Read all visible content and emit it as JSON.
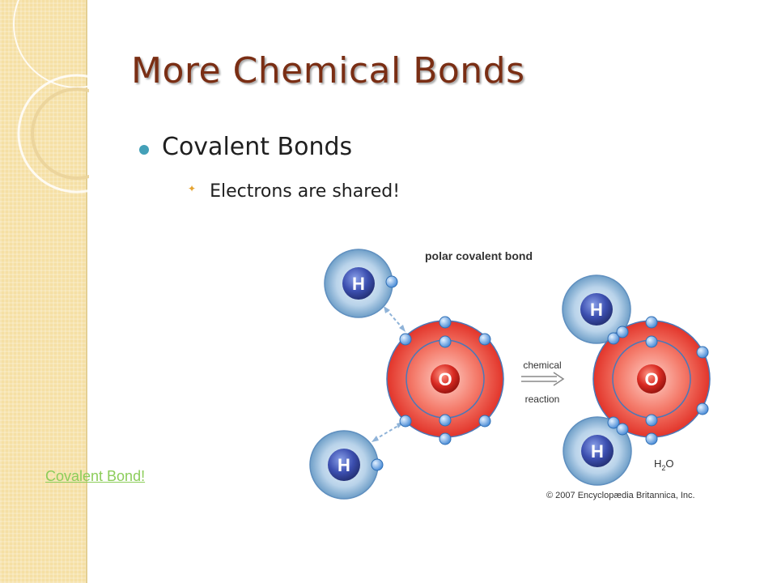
{
  "slide": {
    "title": "More Chemical Bonds",
    "bullets": [
      {
        "text": "Covalent Bonds",
        "sub": [
          "Electrons are shared!"
        ]
      }
    ],
    "link_text": "Covalent Bond!"
  },
  "diagram": {
    "heading": "polar covalent bond",
    "atoms": {
      "hydrogen": "H",
      "oxygen": "O"
    },
    "arrow_label_line1": "chemical",
    "arrow_label_line2": "reaction",
    "product_formula": "H",
    "product_subscript": "2",
    "product_suffix": "O",
    "copyright": "© 2007 Encyclopædia Britannica, Inc."
  },
  "colors": {
    "title": "#7a2e14",
    "bullet_dot": "#43a0b8",
    "sub_bullet": "#e5a330",
    "link": "#8ccd5a",
    "side_strip": "#f5dfa4"
  }
}
